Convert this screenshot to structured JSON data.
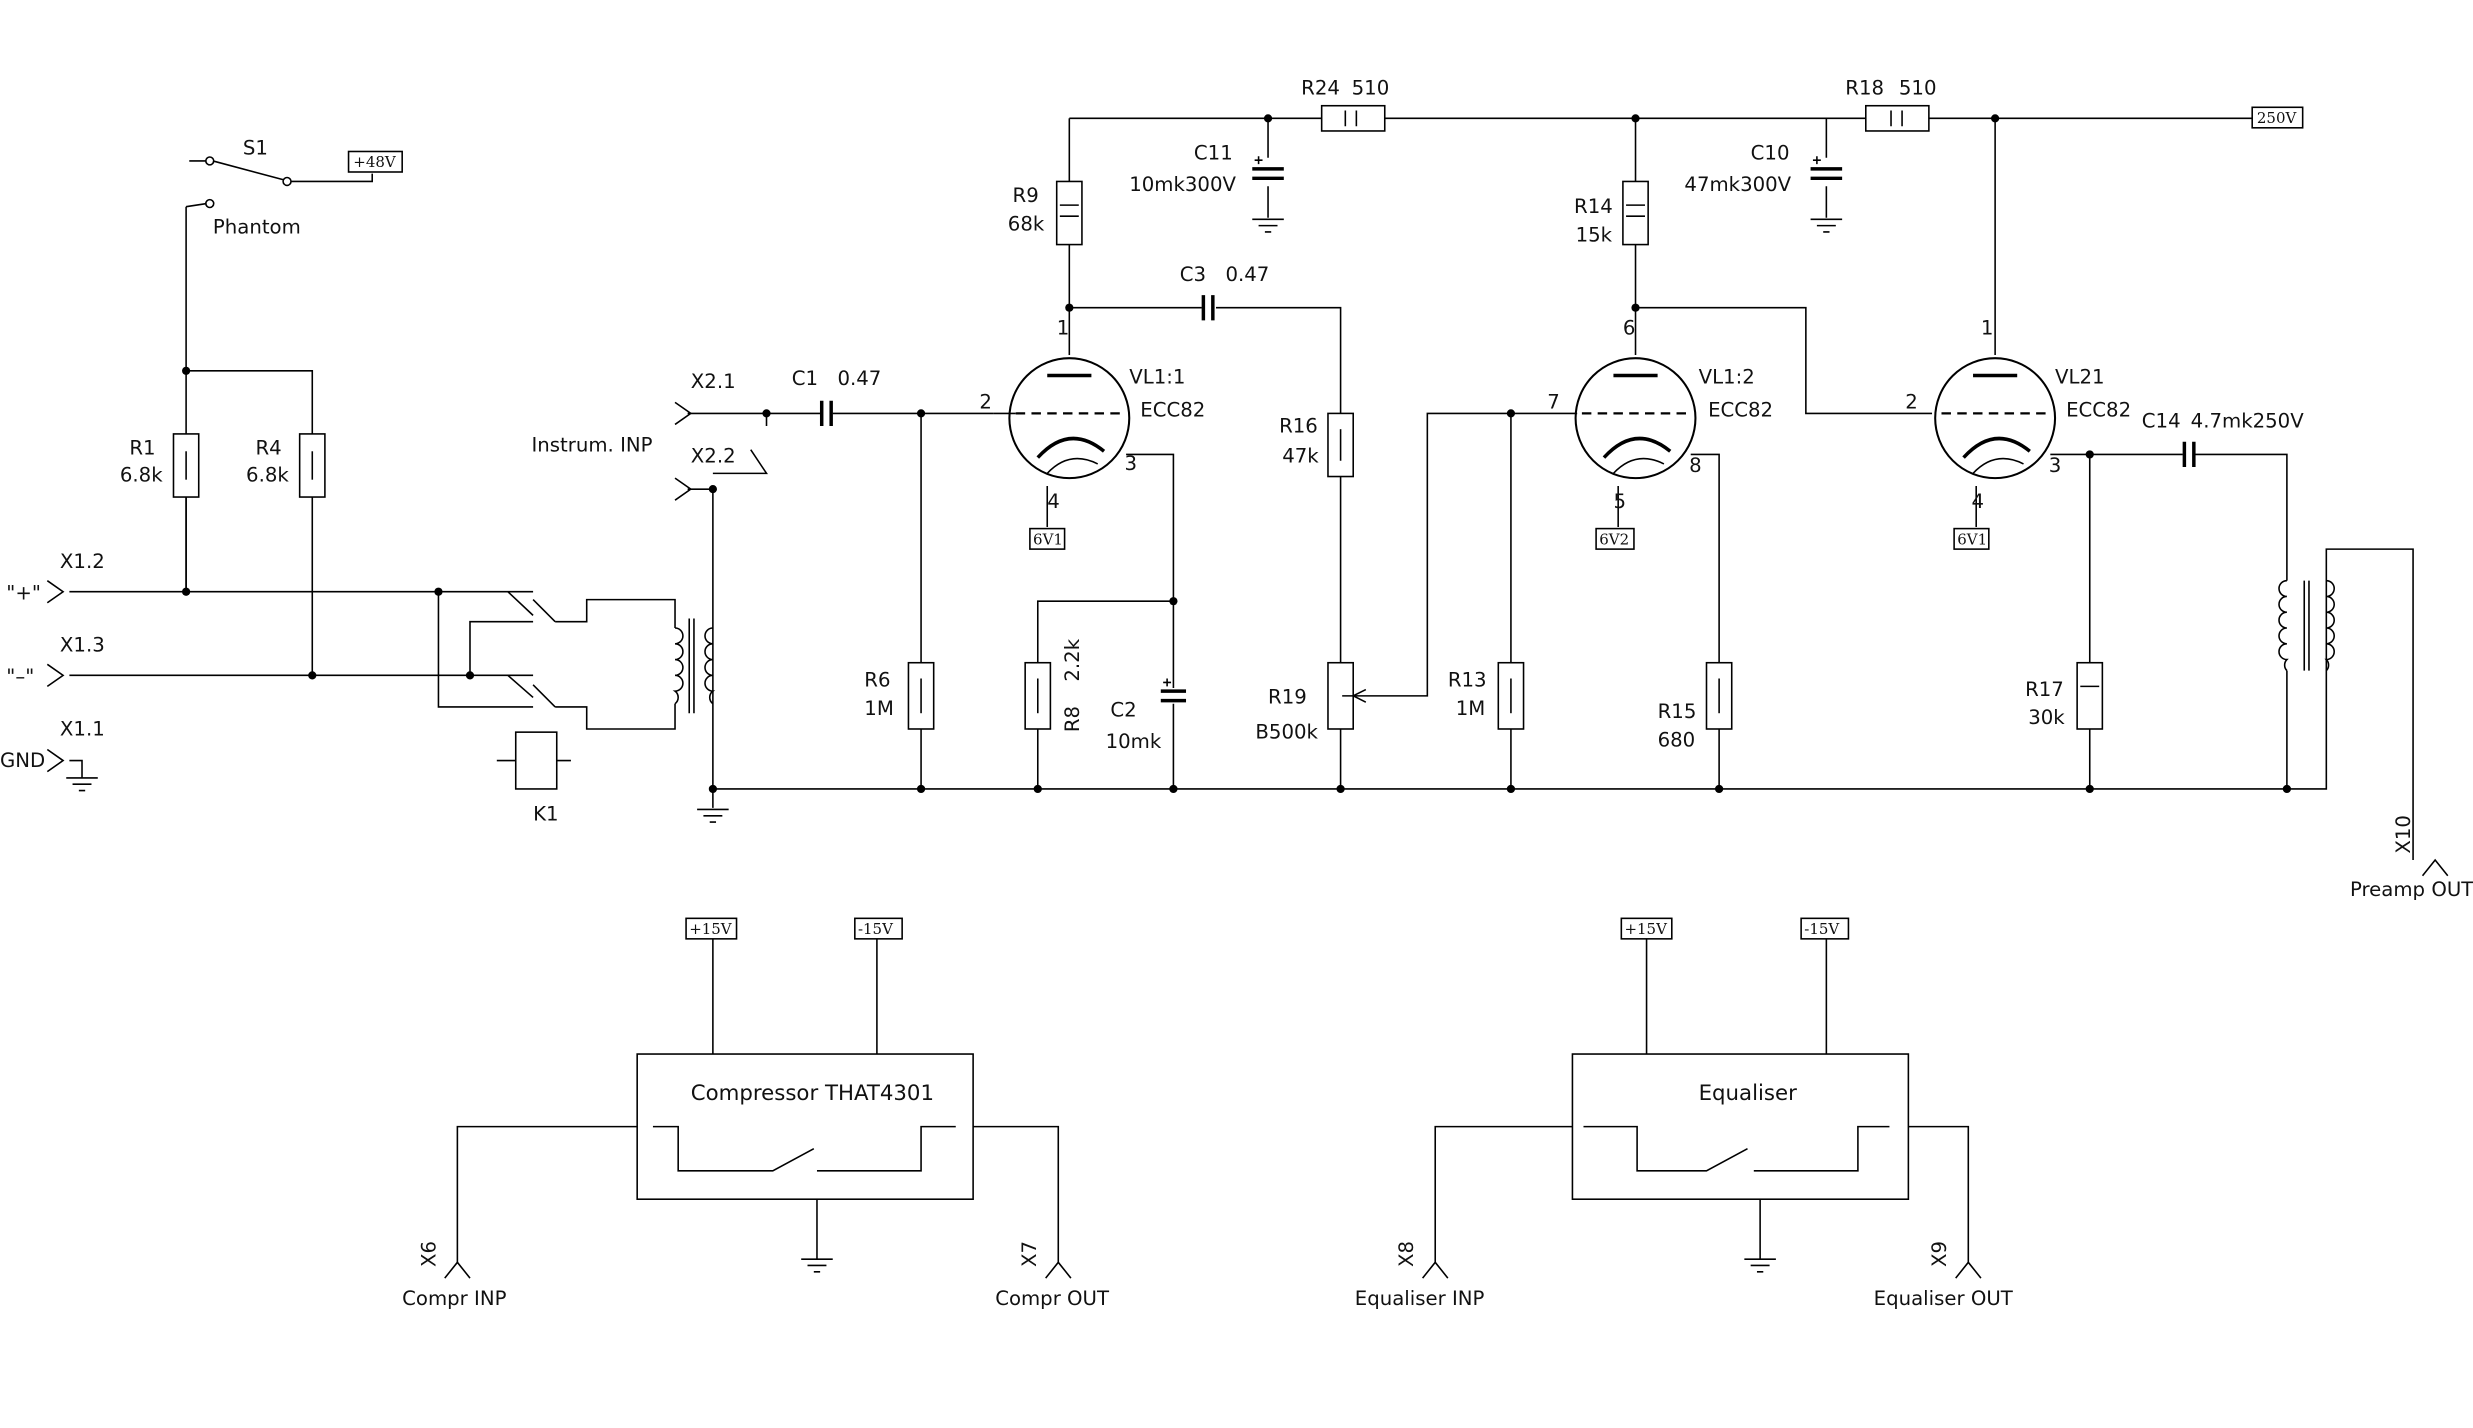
{
  "labels": {
    "s1": "S1",
    "phantom": "Phantom",
    "p48": "+48V",
    "r1": "R1",
    "r1v": "6.8k",
    "r4": "R4",
    "r4v": "6.8k",
    "x12": "X1.2",
    "plus": "\"+\"",
    "x13": "X1.3",
    "minus": "\"–\"",
    "x11": "X1.1",
    "gnd": "GND",
    "k1": "K1",
    "x21": "X2.1",
    "x22": "X2.2",
    "instr": "Instrum. INP",
    "c1": "C1",
    "c1v": "0.47",
    "r9": "R9",
    "r9v": "68k",
    "c11": "C11",
    "c11v": "10mk300V",
    "r24": "R24",
    "r24v": "510",
    "c3": "C3",
    "c3v": "0.47",
    "vl11": "VL1:1",
    "ecc1": "ECC82",
    "pin1a": "1",
    "pin2a": "2",
    "pin3a": "3",
    "pin4a": "4",
    "h6v1a": "6V1",
    "r6": "R6",
    "r6v": "1M",
    "r8": "R8",
    "r8v": "2.2k",
    "c2": "C2",
    "c2v": "10mk",
    "r16": "R16",
    "r16v": "47k",
    "r19": "R19",
    "r19v": "B500k",
    "r13": "R13",
    "r13v": "1M",
    "r14": "R14",
    "r14v": "15k",
    "c10": "C10",
    "c10v": "47mk300V",
    "vl12": "VL1:2",
    "ecc2": "ECC82",
    "pin6": "6",
    "pin7": "7",
    "pin8": "8",
    "pin5": "5",
    "h6v2": "6V2",
    "r15": "R15",
    "r15v": "680",
    "r18": "R18",
    "r18v": "510",
    "p250": "250V",
    "vl21": "VL21",
    "ecc3": "ECC82",
    "pin1c": "1",
    "pin2c": "2",
    "pin3c": "3",
    "pin4c": "4",
    "h6v1c": "6V1",
    "c14": "C14",
    "c14v": "4.7mk250V",
    "r17": "R17",
    "r17v": "30k",
    "x10": "X10",
    "preout": "Preamp OUT",
    "p15a": "+15V",
    "m15a": "-15V",
    "comp": "Compressor THAT4301",
    "x6": "X6",
    "comprinp": "Compr INP",
    "x7": "X7",
    "comprout": "Compr OUT",
    "p15b": "+15V",
    "m15b": "-15V",
    "eq": "Equaliser",
    "x8": "X8",
    "eqinp": "Equaliser INP",
    "x9": "X9",
    "eqout": "Equaliser OUT"
  }
}
